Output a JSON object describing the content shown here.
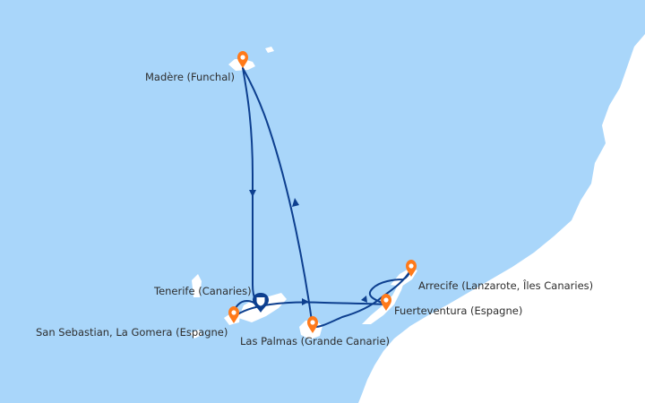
{
  "colors": {
    "sea": "#a9d6fa",
    "land": "#ffffff",
    "route": "#0d3f8f",
    "port_marker": "#ff7a1a",
    "home_port_marker": "#0d3f8f",
    "label_text": "#2d2d2d"
  },
  "ports": [
    {
      "name": "Madère (Funchal)",
      "marker": "port-pin-icon"
    },
    {
      "name": "Tenerife (Canaries)",
      "marker": "home-port-icon"
    },
    {
      "name": "San Sebastian, La Gomera (Espagne)",
      "marker": "port-pin-icon"
    },
    {
      "name": "Las Palmas (Grande Canarie)",
      "marker": "port-pin-icon"
    },
    {
      "name": "Fuerteventura (Espagne)",
      "marker": "port-pin-icon"
    },
    {
      "name": "Arrecife (Lanzarote, Îles Canaries)",
      "marker": "port-pin-icon"
    }
  ]
}
